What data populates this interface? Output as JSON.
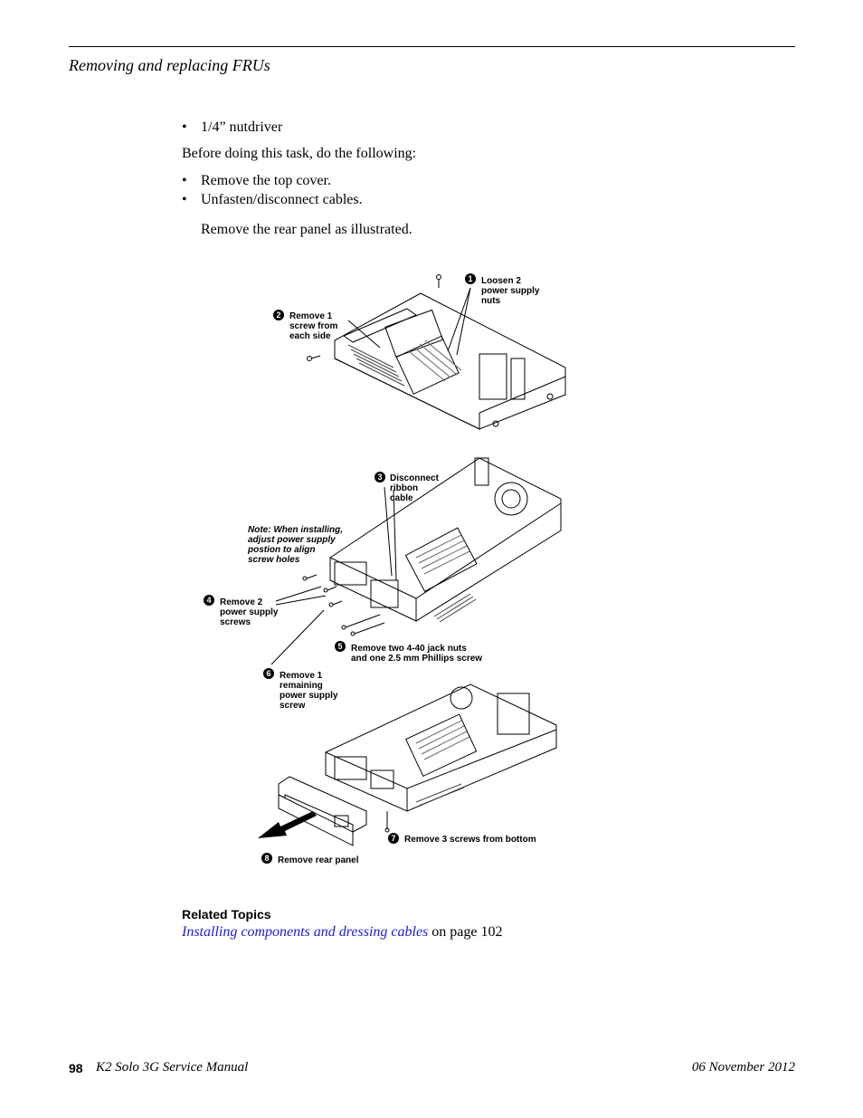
{
  "header": {
    "section_title": "Removing and replacing FRUs"
  },
  "tools": {
    "bullet_char": "•",
    "items": [
      "1/4” nutdriver"
    ]
  },
  "prereq": {
    "intro": "Before doing this task, do the following:",
    "items": [
      "Remove the top cover.",
      "Unfasten/disconnect cables."
    ]
  },
  "instruction": "Remove the rear panel as illustrated.",
  "figure": {
    "callouts": {
      "c1": {
        "num": "1",
        "lines": [
          "Loosen 2",
          "power supply",
          "nuts"
        ]
      },
      "c2": {
        "num": "2",
        "lines": [
          "Remove 1",
          "screw from",
          "each side"
        ]
      },
      "c3": {
        "num": "3",
        "lines": [
          "Disconnect",
          "ribbon",
          "cable"
        ]
      },
      "note": {
        "lines": [
          "Note: When installing,",
          "adjust power supply",
          "postion to align",
          "screw holes"
        ]
      },
      "c4": {
        "num": "4",
        "lines": [
          "Remove 2",
          "power supply",
          "screws"
        ]
      },
      "c5": {
        "num": "5",
        "lines": [
          "Remove two 4-40 jack nuts",
          "and one 2.5 mm Phillips screw"
        ]
      },
      "c6": {
        "num": "6",
        "lines": [
          "Remove 1",
          "remaining",
          "power supply",
          "screw"
        ]
      },
      "c7": {
        "num": "7",
        "lines": [
          "Remove 3 screws from bottom"
        ]
      },
      "c8": {
        "num": "8",
        "lines": [
          "Remove rear panel"
        ]
      }
    }
  },
  "related": {
    "heading": "Related Topics",
    "link_text": "Installing components and dressing cables",
    "suffix": " on page 102"
  },
  "footer": {
    "page_number": "98",
    "manual_title": "K2 Solo 3G Service Manual",
    "date": "06 November 2012"
  }
}
